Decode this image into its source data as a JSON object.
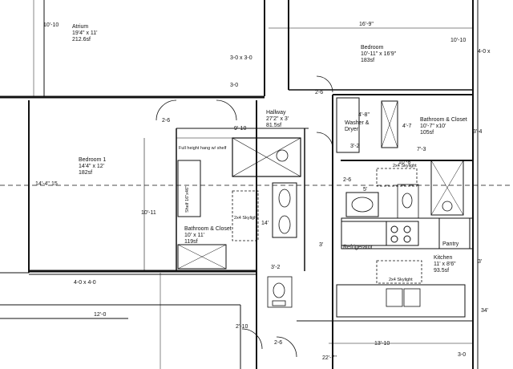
{
  "rooms": [
    {
      "key": "atrium",
      "name": "Atrium",
      "size": "19'4\" x 11'",
      "area": "212.6sf"
    },
    {
      "key": "bedroom",
      "name": "Bedroom",
      "size": "10'-11\" x 16'9\"",
      "area": "183sf"
    },
    {
      "key": "hallway",
      "name": "Hallway",
      "size": "27'2\" x 3'",
      "area": "81.5sf"
    },
    {
      "key": "bedroom1",
      "name": "Bedroom 1",
      "size": "14'4\" x 12'",
      "area": "182sf"
    },
    {
      "key": "bath_closet_right",
      "name": "Bathroom & Closet",
      "size": "10'-7\" x10'",
      "area": "105sf"
    },
    {
      "key": "bath_closet_center",
      "name": "Bathroom & Closet",
      "size": "10' x 11'",
      "area": "119sf"
    },
    {
      "key": "kitchen",
      "name": "Kitchen",
      "size": "11' x 8'6\"",
      "area": "93.5sf"
    }
  ],
  "labels": {
    "washer": "Washer &",
    "dryer": "Dryer",
    "refrigerator": "Refrigerator",
    "pantry": "Pantry",
    "full_height": "Full height hang w/ shelf",
    "skylight1": "2x4 Skylight",
    "skylight2": "2x4 Skylight",
    "skylight3": "2x4 Skylight",
    "shelf": "Shelf 16\"x46\""
  },
  "dims": {
    "d_atrium_w": "10'-10",
    "d_bed_w": "16'-9\"",
    "d_bed_side": "10'-10",
    "d_40x_top": "4-0 x",
    "d_30x30": "3-0 x 3-0",
    "d_30": "3-0",
    "d_26_top": "2-6",
    "d_26_left": "2-6",
    "d_hall_w": "9'-10",
    "d_48": "4'-8\"",
    "d_47": "4'-7",
    "d_34": "3'-4",
    "d_32_wd": "3'-2",
    "d_73": "7'-3",
    "d_108": "10'-8",
    "d_26_mid": "2-6",
    "d_14_left": "14'-4\"",
    "d_15": "15",
    "d_5": "5'",
    "d_1011": "10'-11",
    "d_14": "14'",
    "d_3": "3'",
    "d_3_right": "3'",
    "d_322": "3'-2",
    "d_40x40": "4-0 x 4-0",
    "d_120": "12'-0",
    "d_210": "2'-10",
    "d_1310": "13'-10",
    "d_26_bot": "2-6",
    "d_227": "22'-7\"",
    "d_30_br": "3-0",
    "d_34_right": "34'"
  }
}
